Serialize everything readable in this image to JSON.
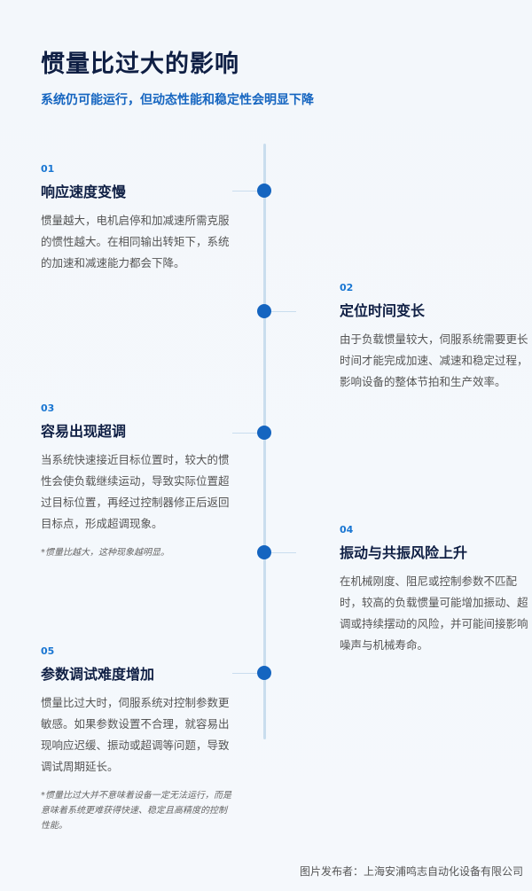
{
  "title": "惯量比过大的影响",
  "subtitle": "系统仍可能运行，但动态性能和稳定性会明显下降",
  "items": [
    {
      "num": "01",
      "heading": "响应速度变慢",
      "body": "惯量越大，电机启停和加减速所需克服的惯性越大。在相同输出转矩下，系统的加速和减速能力都会下降。",
      "note": ""
    },
    {
      "num": "02",
      "heading": "定位时间变长",
      "body": "由于负载惯量较大，伺服系统需要更长时间才能完成加速、减速和稳定过程，影响设备的整体节拍和生产效率。",
      "note": ""
    },
    {
      "num": "03",
      "heading": "容易出现超调",
      "body": "当系统快速接近目标位置时，较大的惯性会使负载继续运动，导致实际位置超过目标位置，再经过控制器修正后返回目标点，形成超调现象。",
      "note": "*惯量比越大，这种现象越明显。"
    },
    {
      "num": "04",
      "heading": "振动与共振风险上升",
      "body": "在机械刚度、阻尼或控制参数不匹配时，较高的负载惯量可能增加振动、超调或持续摆动的风险，并可能间接影响噪声与机械寿命。",
      "note": ""
    },
    {
      "num": "05",
      "heading": "参数调试难度增加",
      "body": "惯量比过大时，伺服系统对控制参数更敏感。如果参数设置不合理，就容易出现响应迟缓、振动或超调等问题，导致调试周期延长。",
      "note": "*惯量比过大并不意味着设备一定无法运行，而是意味着系统更难获得快速、稳定且高精度的控制性能。"
    }
  ],
  "credit": "图片发布者：上海安浦鸣志自动化设备有限公司",
  "colors": {
    "accent": "#1565c0",
    "heading": "#0f1f44",
    "line": "#c9ddee"
  }
}
